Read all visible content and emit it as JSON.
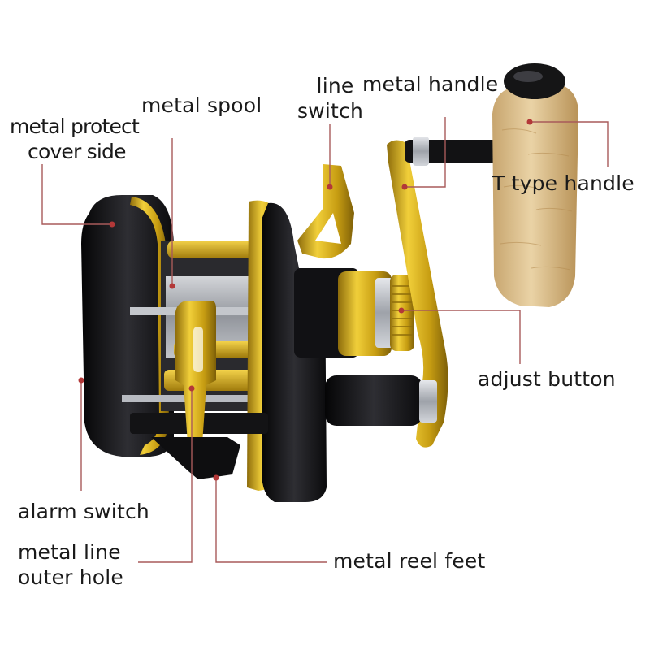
{
  "labels": {
    "metal_protect_cover_side": [
      "metal protect",
      "cover side"
    ],
    "metal_spool": "metal spool",
    "line_switch": [
      "line",
      "switch"
    ],
    "metal_handle": "metal handle",
    "t_type_handle": "T type handle",
    "adjust_button": "adjust button",
    "alarm_switch": "alarm switch",
    "metal_line_outer_hole": [
      "metal line",
      "outer hole"
    ],
    "metal_reel_feet": "metal reel feet"
  },
  "colors": {
    "gold": "#d9b21c",
    "gold_dark": "#a88110",
    "black": "#17171a",
    "silver": "#b9bcc2",
    "cork": "#d8be8e",
    "leader": "#a85a5a"
  }
}
